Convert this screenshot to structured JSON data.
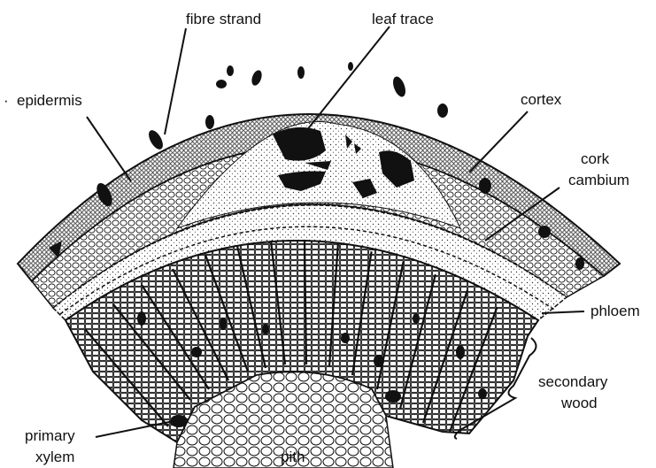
{
  "labels": {
    "fibre_strand": "fibre strand",
    "leaf_trace": "leaf trace",
    "epidermis": "epidermis",
    "cortex": "cortex",
    "cork_cambium_line1": "cork",
    "cork_cambium_line2": "cambium",
    "phloem": "phloem",
    "secondary_wood_line1": "secondary",
    "secondary_wood_line2": "wood",
    "primary_xylem_line1": "primary",
    "primary_xylem_line2": "xylem",
    "pith": "pith"
  },
  "colors": {
    "ink": "#111111",
    "paper": "#ffffff",
    "tissue_fill": "#ffffff"
  }
}
